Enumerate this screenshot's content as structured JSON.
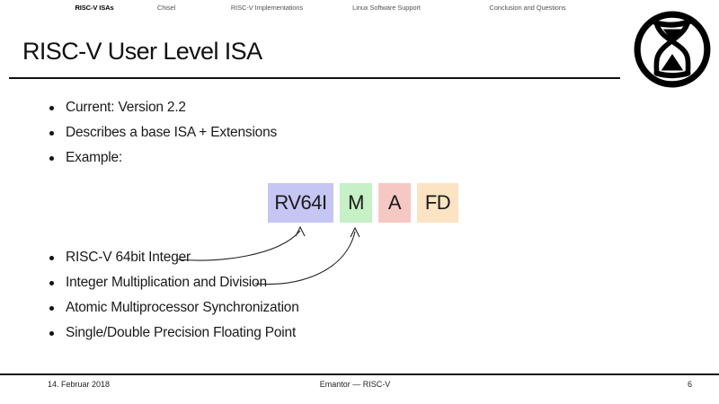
{
  "nav": {
    "items": [
      {
        "label": "RISC-V ISAs",
        "active": true
      },
      {
        "label": "Chisel",
        "active": false
      },
      {
        "label": "RISC-V Implementations",
        "active": false
      },
      {
        "label": "Linux Software Support",
        "active": false
      },
      {
        "label": "Conclusion and Questions",
        "active": false
      }
    ]
  },
  "header": {
    "title": "RISC-V User Level ISA"
  },
  "logo": {
    "name": "hourglass-logo"
  },
  "content": {
    "bullets_top": [
      "Current: Version 2.2",
      "Describes a base ISA + Extensions",
      "Example:"
    ],
    "isa_boxes": [
      {
        "label": "RV64I",
        "color": "#c5c6f4"
      },
      {
        "label": "M",
        "color": "#c6f0c6"
      },
      {
        "label": "A",
        "color": "#f6c8c4"
      },
      {
        "label": "FD",
        "color": "#fbe3c4"
      }
    ],
    "bullets_bottom": [
      "RISC-V 64bit Integer",
      "Integer Multiplication and Division",
      "Atomic Multiprocessor Synchronization",
      "Single/Double Precision Floating Point"
    ]
  },
  "footer": {
    "date": "14. Februar 2018",
    "title": "Emantor — RISC-V",
    "page": "6"
  }
}
